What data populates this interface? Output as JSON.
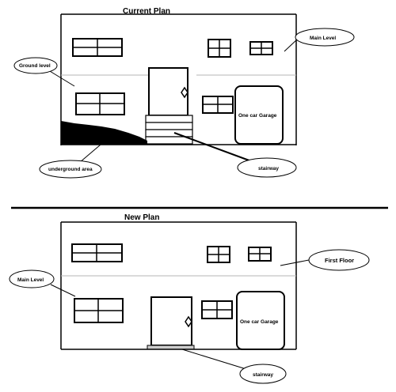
{
  "top": {
    "title": "Current Plan",
    "labels": {
      "main_level": "Main Level",
      "ground_level": "Ground level",
      "garage": "One car Garage",
      "underground": "underground area",
      "stairway": "stairway"
    }
  },
  "bottom": {
    "title": "New Plan",
    "labels": {
      "first_floor": "First Floor",
      "main_level": "Main Level",
      "garage": "One car Garage",
      "stairway": "stairway"
    }
  }
}
